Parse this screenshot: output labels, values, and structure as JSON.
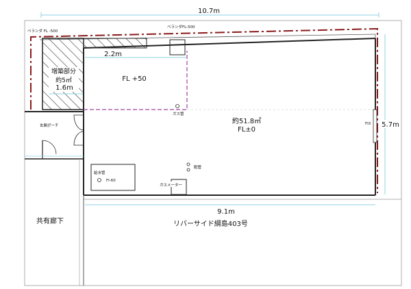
{
  "dimensions": {
    "total_width": "10.7m",
    "total_depth": "5.7m",
    "room_width": "9.1m",
    "annex_width": "2.2m",
    "annex_depth": "1.6m"
  },
  "labels": {
    "balcony_left": "ベランダ FL -500",
    "balcony_right": "ベランダFL-500",
    "annex_title": "増築部分",
    "annex_area": "約5㎡",
    "raised_floor": "FL +50",
    "gas_pipe": "ガス管",
    "main_area": "約51.8㎡",
    "main_floor": "FL±0",
    "entrance_porch": "玄関ポーチ",
    "water_pipe": "給水管",
    "water_fl": "FI-60",
    "drain_pipe": "配管",
    "gas_meter": "ガスメーター",
    "window_fix": "FIX",
    "shared_corridor": "共有廊下",
    "building_name": "リバーサイド綱島403号"
  },
  "colors": {
    "wall": "#222222",
    "balcony_line": "#8b1a1a",
    "raised_area_line": "#a040a0",
    "dimension_line": "#8fd3e0",
    "hatch": "#333333"
  }
}
